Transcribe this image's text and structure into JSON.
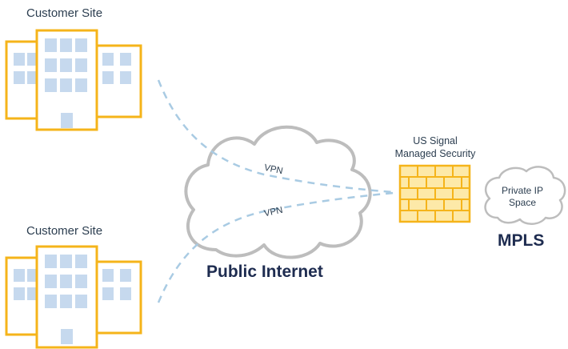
{
  "site_top": {
    "label": "Customer Site"
  },
  "site_bottom": {
    "label": "Customer Site"
  },
  "internet": {
    "label": "Public Internet",
    "vpn_top": "VPN",
    "vpn_bottom": "VPN"
  },
  "security": {
    "line1": "US Signal",
    "line2": "Managed Security"
  },
  "private_cloud": {
    "line1": "Private IP",
    "line2": "Space"
  },
  "mpls": {
    "label": "MPLS"
  },
  "colors": {
    "building_outline": "#f5b41a",
    "window": "#c6d9ee",
    "cloud_outline": "#bdbdbd",
    "dashed_line": "#a9cbe3",
    "text_dark": "#1e2c50",
    "firewall_fill": "#fde9a8"
  }
}
